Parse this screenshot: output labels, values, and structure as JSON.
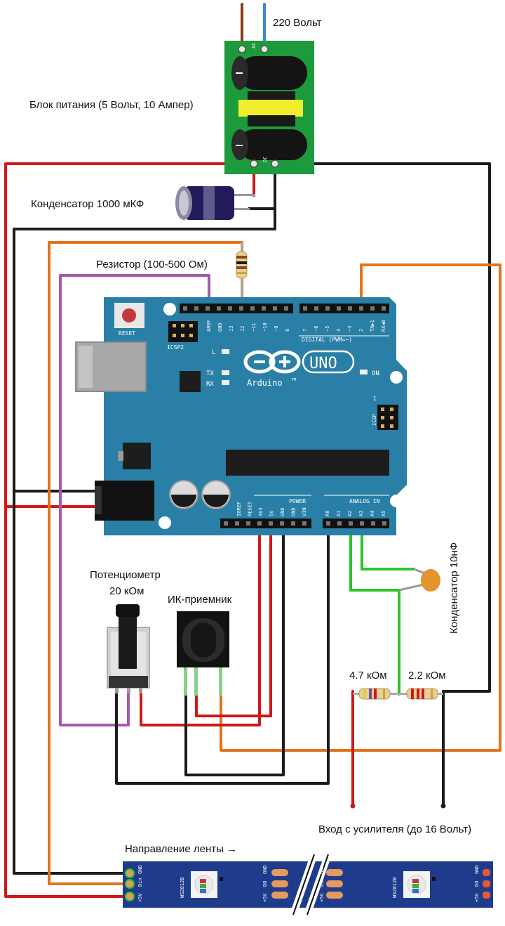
{
  "labels": {
    "mains": "220 Вольт",
    "psu": "Блок питания (5 Вольт, 10 Ампер)",
    "capacitor_big": "Конденсатор 1000 мКФ",
    "resistor": "Резистор (100-500 Ом)",
    "pot_line1": "Потенциометр",
    "pot_line2": "20 кОм",
    "ir": "ИК-приемник",
    "cap_small": "Конденсатор 10нФ",
    "r1": "4.7 кОм",
    "r2": "2.2 кОм",
    "amp_input": "Вход с усилителя (до 16 Вольт)",
    "strip_direction": "Направление ленты →"
  },
  "psu_marks": {
    "ac": "AC",
    "dc": "DC"
  },
  "arduino": {
    "reset": "RESET",
    "icsp2": "ICSP2",
    "icsp": "ICSP",
    "icsp_pin1": "1",
    "led_l": "L",
    "tx": "TX",
    "rx": "RX",
    "on": "ON",
    "brand": "Arduino",
    "model": "UNO",
    "tm": "TM",
    "digital": "DIGITAL (PWM=~)",
    "power": "POWER",
    "analog": "ANALOG IN",
    "top_pins": [
      "AREF",
      "GND",
      "13",
      "12",
      "~11",
      "~10",
      "~9",
      "8"
    ],
    "top_pins2": [
      "7",
      "~6",
      "~5",
      "4",
      "~3",
      "2",
      "TX▶1",
      "RX◀0"
    ],
    "power_pins": [
      "IOREF",
      "RESET",
      "3V3",
      "5V",
      "GND",
      "GND",
      "VIN"
    ],
    "analog_pins": [
      "A0",
      "A1",
      "A2",
      "A3",
      "A4",
      "A5"
    ]
  },
  "strip": {
    "pins_left": [
      "+5V",
      "Din",
      "GND"
    ],
    "pins_right": [
      "+5V",
      "DO",
      "GND"
    ],
    "chip": "WS2812B"
  },
  "colors": {
    "board": "#2a7fa6",
    "wire_red": "#d01818",
    "wire_black": "#1c1c1c",
    "wire_orange": "#e2731c",
    "wire_purple": "#a35aac",
    "wire_green": "#29c429",
    "wire_brown": "#8c3a12",
    "wire_blue": "#3b86d6",
    "psu_board": "#1c9a3c",
    "strip_board": "#1f3c8c",
    "pad": "#e59a61"
  }
}
